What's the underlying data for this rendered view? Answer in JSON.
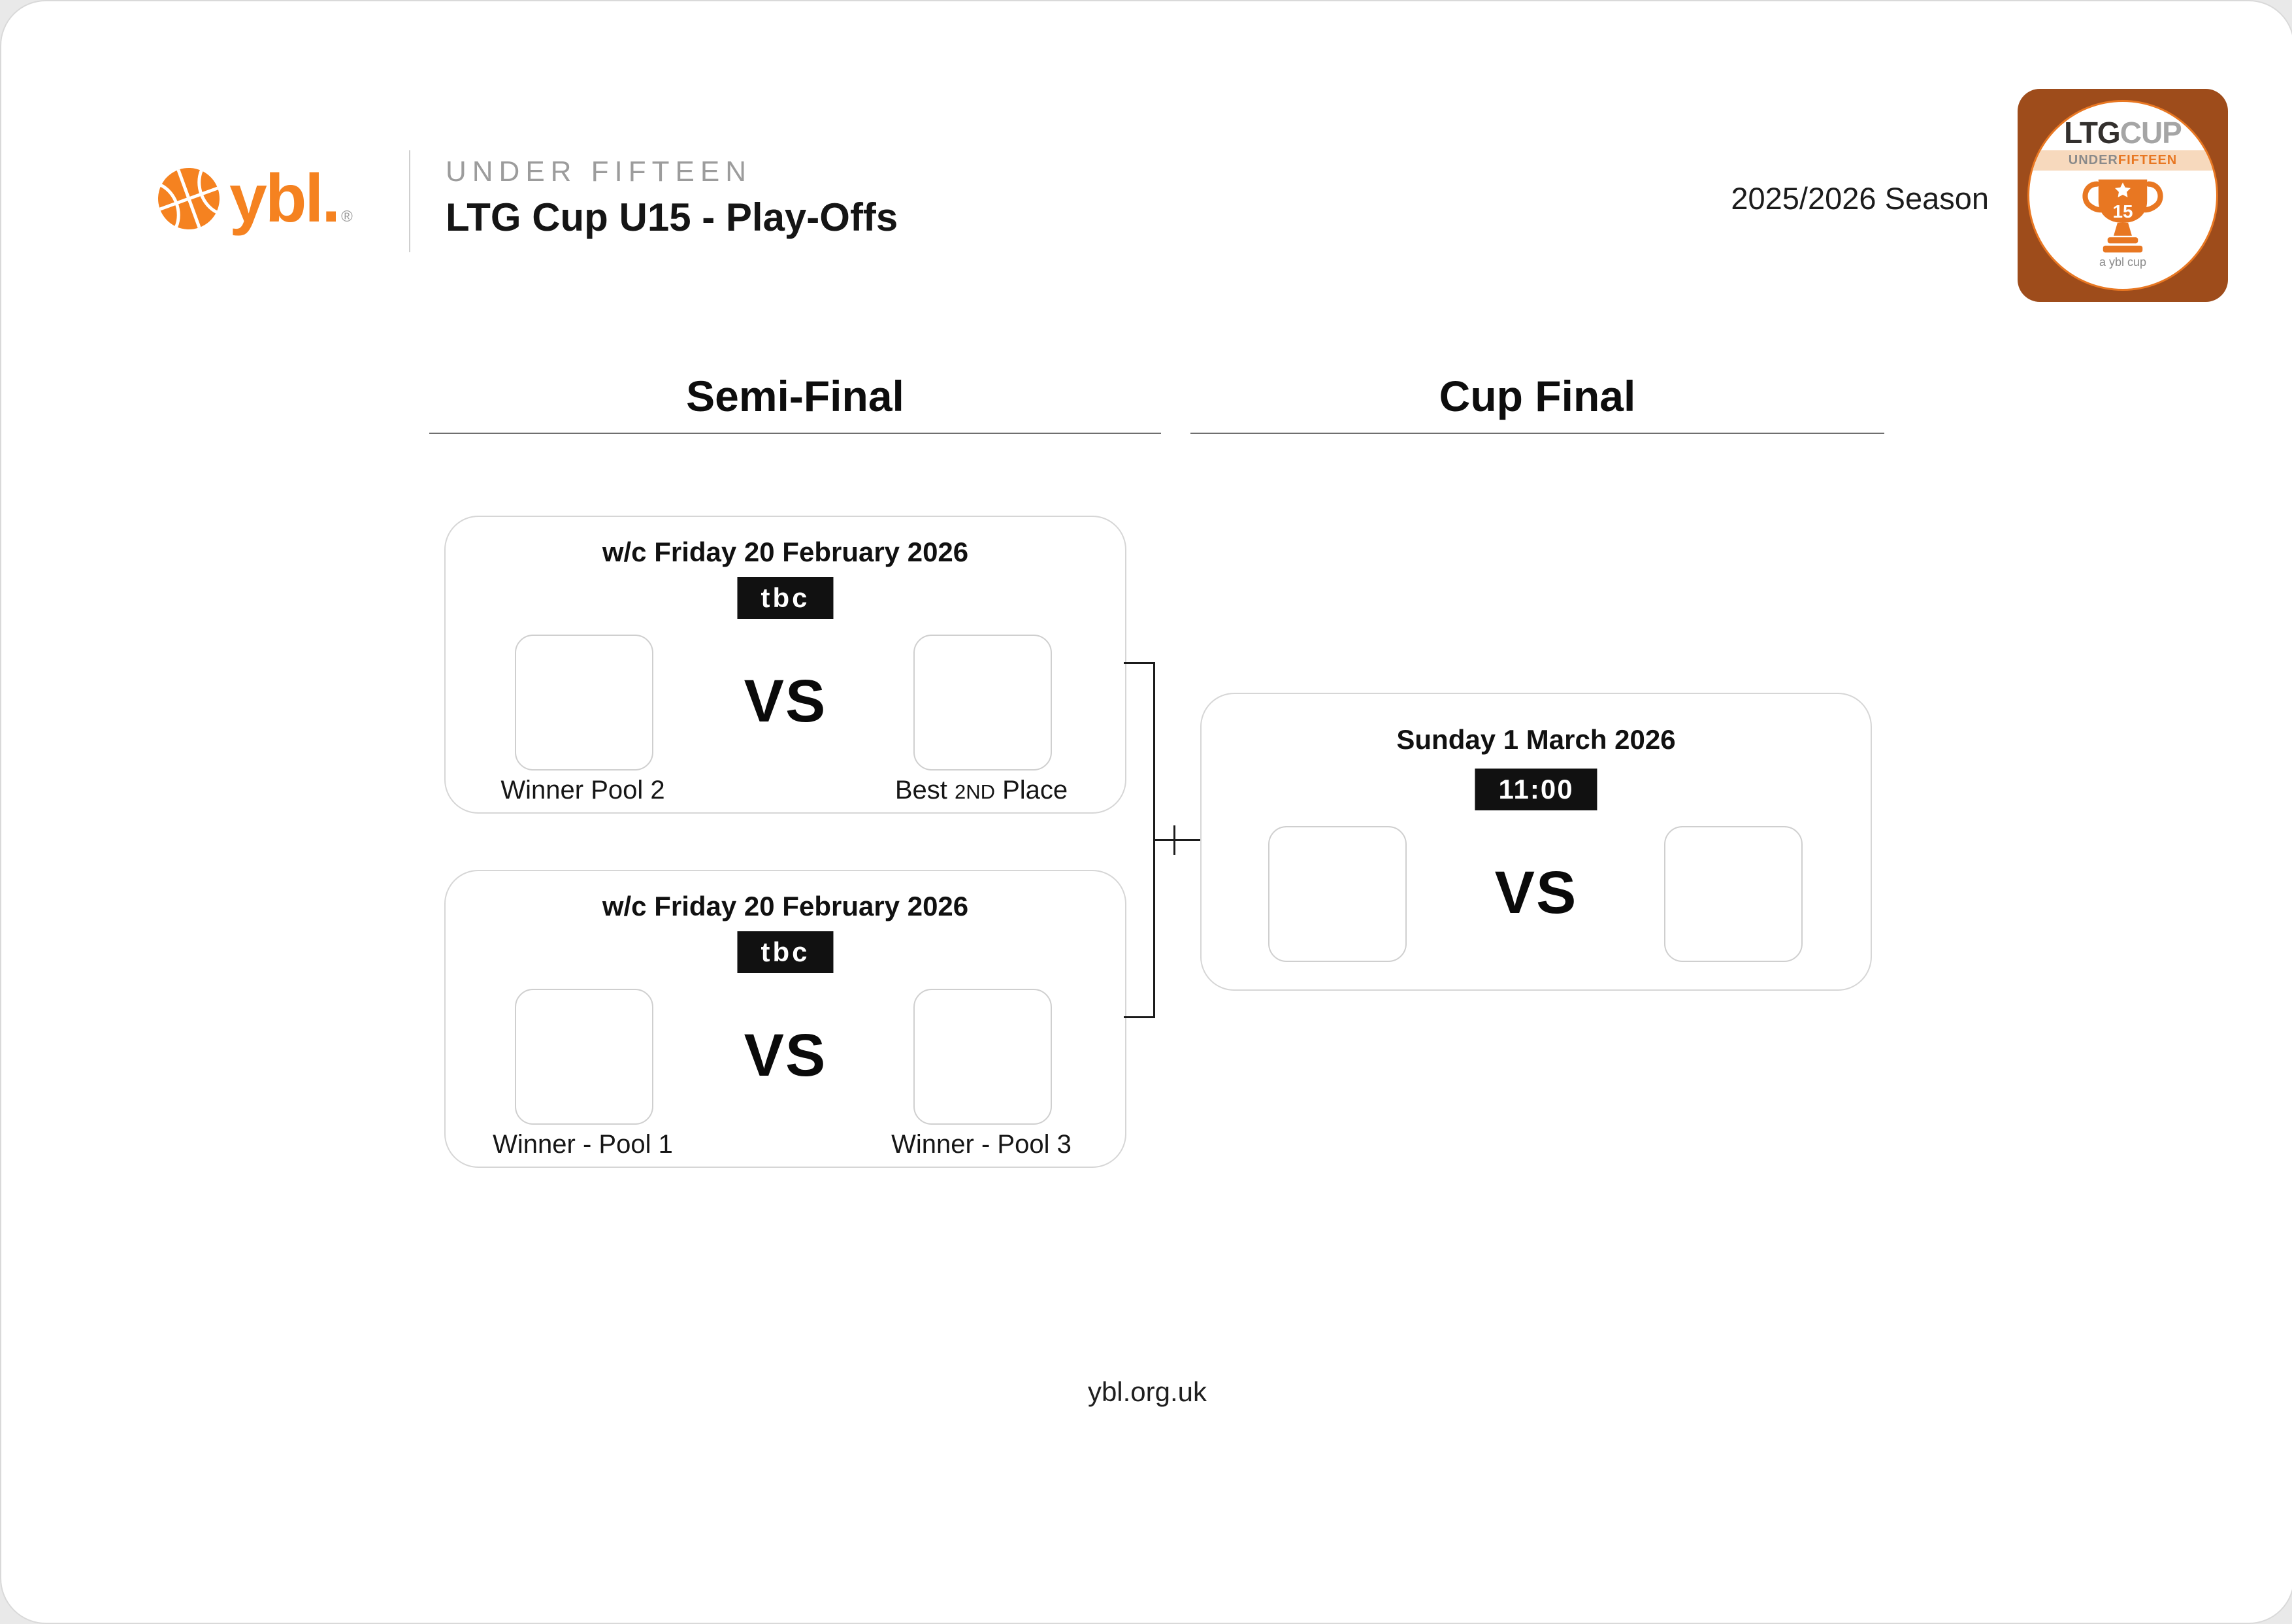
{
  "header": {
    "brand": "ybl.",
    "registered": "®",
    "subtitle": "UNDER FIFTEEN",
    "title": "LTG Cup U15 - Play-Offs",
    "season": "2025/2026 Season"
  },
  "badge": {
    "ltg": "LTG",
    "cup": "CUP",
    "under": "UNDER",
    "fifteen": "FIFTEEN",
    "number": "15",
    "tagline": "a ybl cup"
  },
  "bracket": {
    "round1_title": "Semi-Final",
    "round2_title": "Cup Final",
    "semi1": {
      "date": "w/c Friday 20 February 2026",
      "time": "tbc",
      "vs": "VS",
      "home": "Winner Pool 2",
      "away_prefix": "Best ",
      "away_small": "2ND",
      "away_suffix": " Place"
    },
    "semi2": {
      "date": "w/c Friday 20 February 2026",
      "time": "tbc",
      "vs": "VS",
      "home": "Winner - Pool 1",
      "away": "Winner - Pool 3"
    },
    "final": {
      "date": "Sunday 1 March 2026",
      "time": "11:00",
      "vs": "VS"
    }
  },
  "footer": {
    "website": "ybl.org.uk"
  },
  "colors": {
    "brand_orange": "#F58220",
    "badge_brown": "#9E4C1B",
    "trophy_orange": "#E87722",
    "time_badge_bg": "#111111",
    "card_border": "#d6d6d6"
  }
}
